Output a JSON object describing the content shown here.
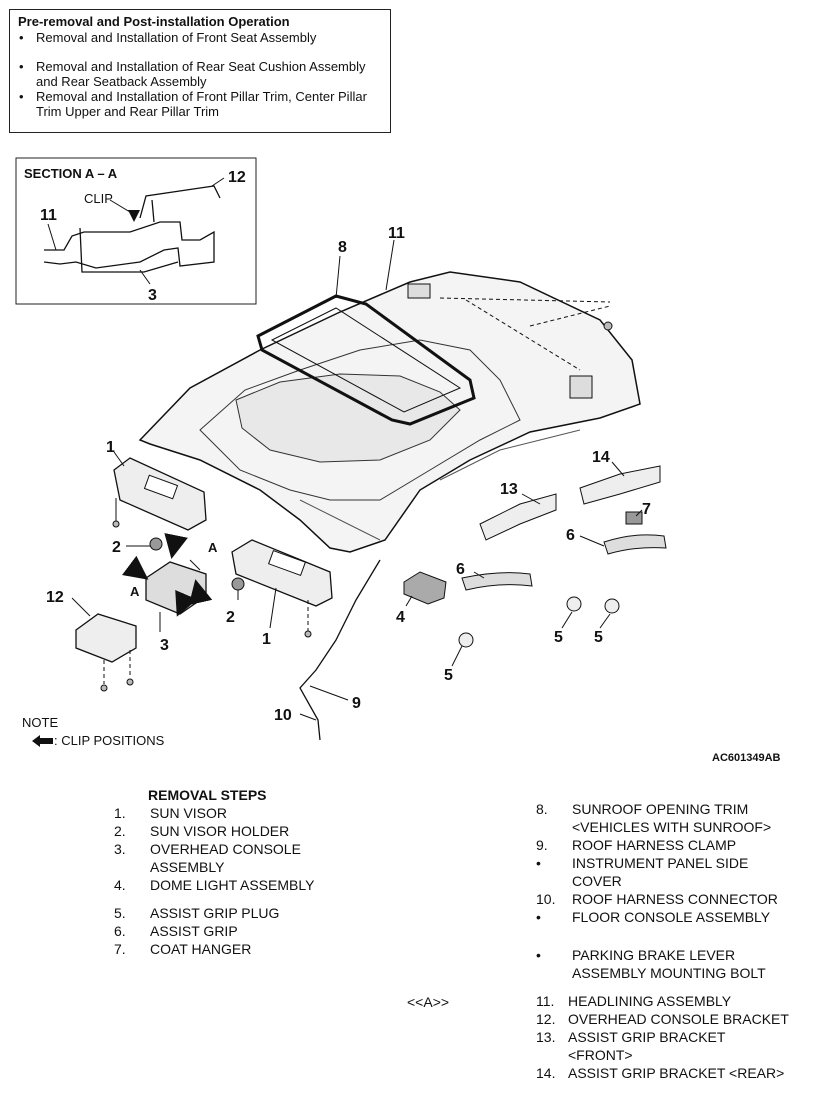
{
  "prerequisites": {
    "title": "Pre-removal and Post-installation Operation",
    "items": [
      "Removal and Installation of Front Seat Assembly",
      "Removal and Installation of Rear Seat Cushion Assembly and Rear Seatback Assembly",
      "Removal and Installation of Front Pillar Trim, Center Pillar Trim Upper and Rear Pillar Trim"
    ]
  },
  "section": {
    "title": "SECTION A – A",
    "clip_label": "CLIP",
    "callouts": [
      "12",
      "11",
      "3"
    ]
  },
  "diagram_callouts": {
    "c8": "8",
    "c11": "11",
    "c1a": "1",
    "c14": "14",
    "c13": "13",
    "c7": "7",
    "c6a": "6",
    "c6b": "6",
    "c2a": "2",
    "c2b": "2",
    "cA1": "A",
    "cA2": "A",
    "c12": "12",
    "c3": "3",
    "c1b": "1",
    "c4": "4",
    "c5a": "5",
    "c5b": "5",
    "c5c": "5",
    "c9": "9",
    "c10": "10"
  },
  "note": {
    "label": "NOTE",
    "legend": ": CLIP POSITIONS"
  },
  "figure_code": "AC601349AB",
  "removal_steps": {
    "title": "REMOVAL STEPS",
    "left": [
      {
        "num": "1.",
        "text": "SUN VISOR"
      },
      {
        "num": "2.",
        "text": "SUN VISOR HOLDER"
      },
      {
        "num": "3.",
        "text": "OVERHEAD CONSOLE ASSEMBLY"
      },
      {
        "num": "4.",
        "text": "DOME LIGHT ASSEMBLY"
      },
      {
        "num": "5.",
        "text": "ASSIST GRIP PLUG"
      },
      {
        "num": "6.",
        "text": "ASSIST GRIP"
      },
      {
        "num": "7.",
        "text": "COAT HANGER"
      }
    ],
    "right": [
      {
        "num": "8.",
        "text": "SUNROOF OPENING TRIM <VEHICLES WITH SUNROOF>"
      },
      {
        "num": "9.",
        "text": "ROOF HARNESS CLAMP"
      },
      {
        "num": "•",
        "text": "INSTRUMENT PANEL SIDE COVER"
      },
      {
        "num": "10.",
        "text": "ROOF HARNESS CONNECTOR"
      },
      {
        "num": "•",
        "text": "FLOOR CONSOLE ASSEMBLY"
      },
      {
        "num": "•",
        "text": "PARKING BRAKE LEVER ASSEMBLY MOUNTING BOLT"
      },
      {
        "num": "11.",
        "text": "HEADLINING ASSEMBLY"
      },
      {
        "num": "12.",
        "text": "OVERHEAD CONSOLE BRACKET"
      },
      {
        "num": "13.",
        "text": "ASSIST GRIP BRACKET <FRONT>"
      },
      {
        "num": "14.",
        "text": "ASSIST GRIP BRACKET <REAR>"
      }
    ],
    "reference": "<<A>>"
  }
}
